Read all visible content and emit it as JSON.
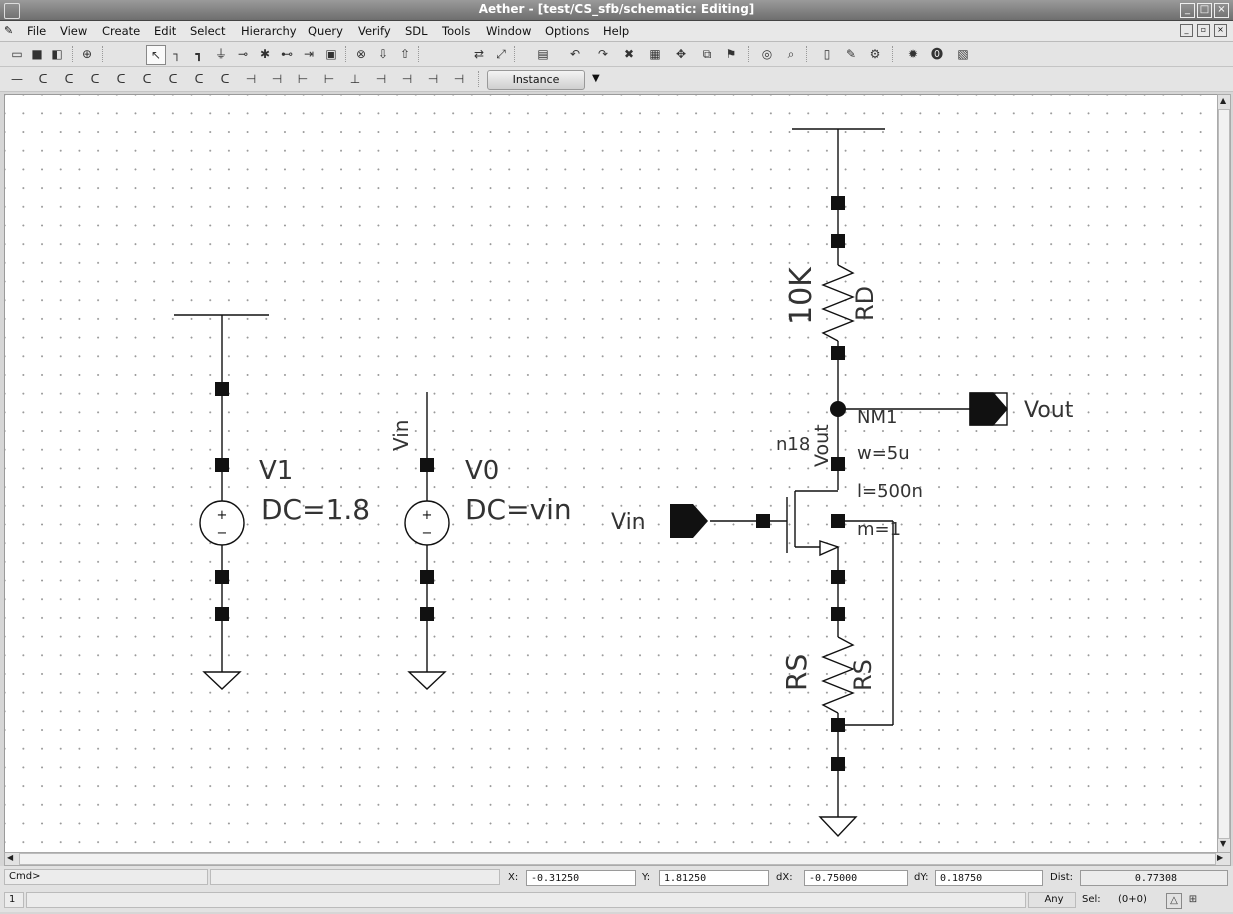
{
  "window": {
    "title": "Aether - [test/CS_sfb/schematic: Editing]"
  },
  "menu": [
    "File",
    "View",
    "Create",
    "Edit",
    "Select",
    "Hierarchy",
    "Query",
    "Verify",
    "SDL",
    "Tools",
    "Window",
    "Options",
    "Help"
  ],
  "toolbar": {
    "mode_button": "Instance"
  },
  "schematic": {
    "v1_name": "V1",
    "v1_value": "DC=1.8",
    "v0_name": "V0",
    "v0_value": "DC=vin",
    "vin_net_label": "Vin",
    "vin_pin_label": "Vin",
    "vout_pin_label": "Vout",
    "vout_net_label": "Vout",
    "rd_value": "10K",
    "rd_name": "RD",
    "rs_value": "RS",
    "rs_name": "RS",
    "nm_name": "NM1",
    "nm_model": "n18",
    "nm_w": "w=5u",
    "nm_l": "l=500n",
    "nm_m": "m=1"
  },
  "status": {
    "cmd_prompt": "Cmd>",
    "x_label": "X:",
    "x_value": "-0.31250",
    "y_label": "Y:",
    "y_value": "1.81250",
    "dx_label": "dX:",
    "dx_value": "-0.75000",
    "dy_label": "dY:",
    "dy_value": "0.18750",
    "dist_label": "Dist:",
    "dist_value": "0.77308",
    "line_number": "1",
    "filter": "Any",
    "sel_label": "Sel:",
    "sel_value": "(0+0)"
  }
}
